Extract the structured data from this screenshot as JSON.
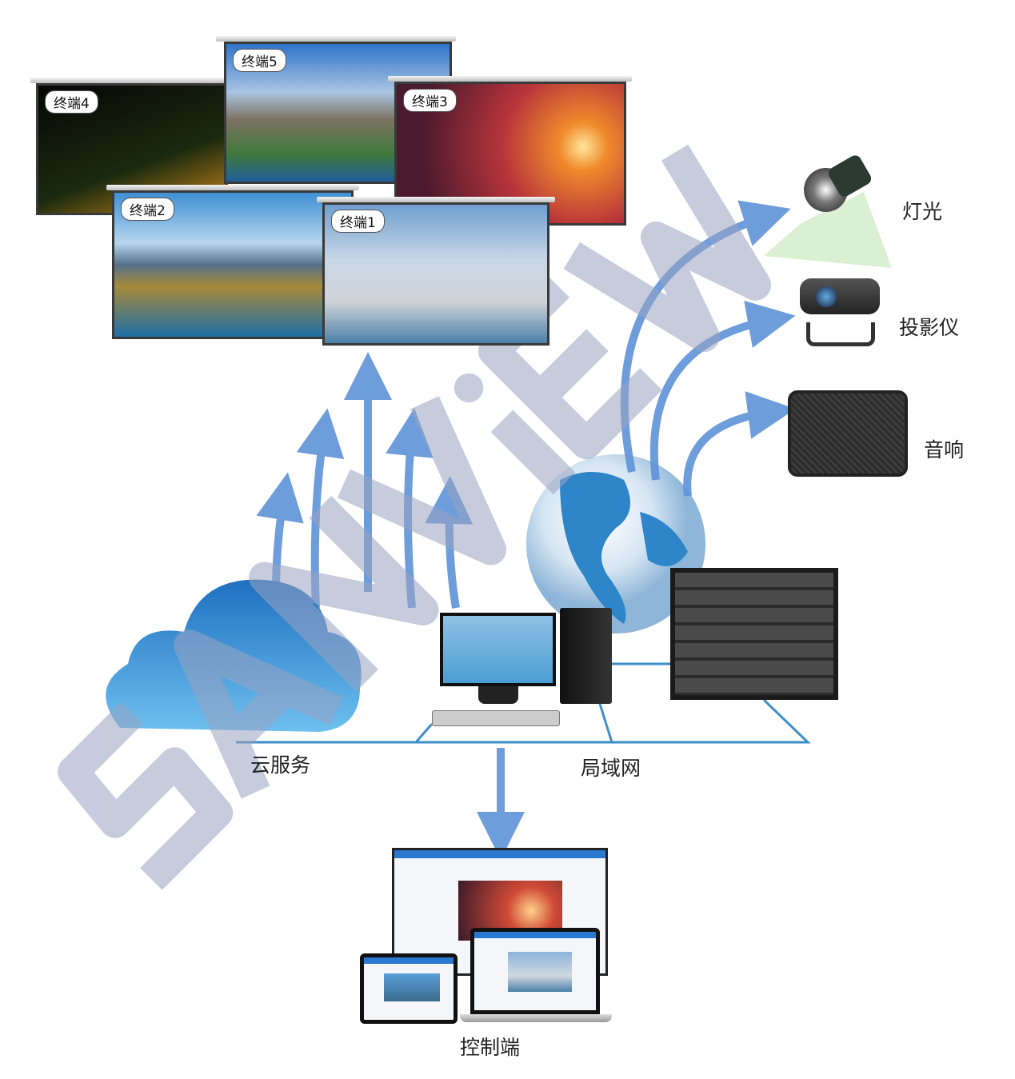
{
  "watermark": "SANViEW",
  "terminals": [
    {
      "id": "4",
      "label": "终端4"
    },
    {
      "id": "5",
      "label": "终端5"
    },
    {
      "id": "3",
      "label": "终端3"
    },
    {
      "id": "2",
      "label": "终端2"
    },
    {
      "id": "1",
      "label": "终端1"
    }
  ],
  "devices": {
    "light": "灯光",
    "projector": "投影仪",
    "speaker": "音响"
  },
  "network": {
    "cloud": "云服务",
    "lan": "局域网",
    "control": "控制端"
  },
  "colors": {
    "arrow": "#5f93d8",
    "lan_line": "#3d8fc7",
    "cloud": "#2f86cf",
    "watermark": "#9aa3c2"
  }
}
